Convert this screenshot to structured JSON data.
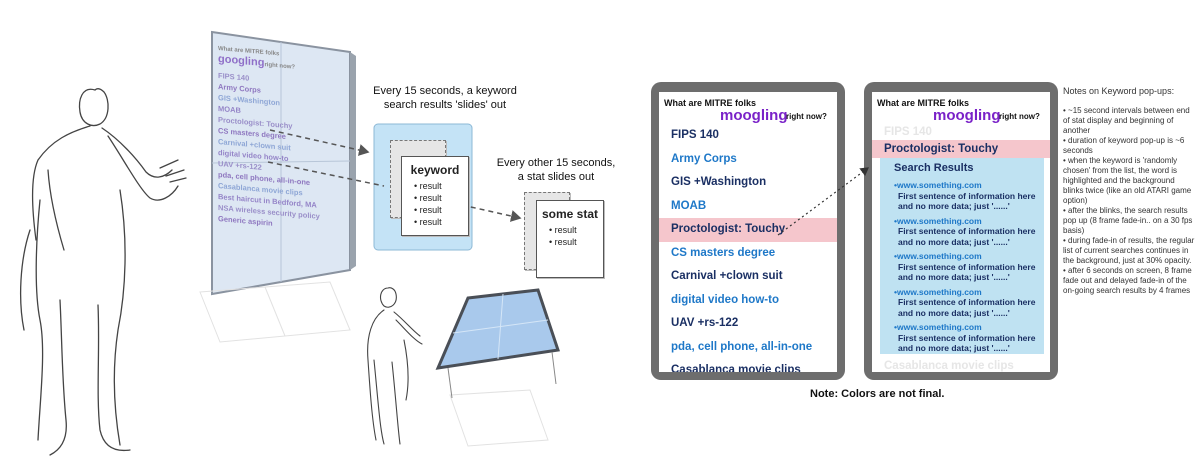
{
  "sketch": {
    "wall_display": {
      "header_small": "What are MITRE folks",
      "header_big": "googling",
      "header_tail": "right now?",
      "items": [
        "FIPS 140",
        "Army Corps",
        "GIS +Washington",
        "MOAB",
        "Proctologist: Touchy",
        "CS masters degree",
        "Carnival +clown suit",
        "digital video how-to",
        "UAV +rs-122",
        "pda, cell phone, all-in-one",
        "Casablanca movie clips",
        "Best haircut in Bedford, MA",
        "NSA wireless security policy",
        "Generic aspirin"
      ]
    },
    "caption_keyword": "Every 15 seconds, a keyword\nsearch results 'slides' out",
    "caption_stat": "Every other 15 seconds,\na stat slides out",
    "keyword_card": {
      "title": "keyword",
      "items": [
        "result",
        "result",
        "result",
        "result"
      ]
    },
    "stat_card": {
      "title": "some stat",
      "items": [
        "result",
        "result"
      ]
    }
  },
  "mockup_left": {
    "header_small": "What are MITRE folks",
    "header_big": "moogling",
    "header_tail": "right now?",
    "items": [
      {
        "text": "FIPS 140",
        "style": "dark"
      },
      {
        "text": "Army Corps",
        "style": "blue"
      },
      {
        "text": "GIS +Washington",
        "style": "dark"
      },
      {
        "text": "MOAB",
        "style": "blue"
      },
      {
        "text": "Proctologist: Touchy",
        "style": "hl"
      },
      {
        "text": "CS masters degree",
        "style": "blue"
      },
      {
        "text": "Carnival +clown suit",
        "style": "dark"
      },
      {
        "text": "digital video how-to",
        "style": "blue"
      },
      {
        "text": "UAV +rs-122",
        "style": "dark"
      },
      {
        "text": "pda, cell phone, all-in-one",
        "style": "blue"
      },
      {
        "text": "Casablanca movie clips",
        "style": "dark"
      }
    ]
  },
  "mockup_right": {
    "header_small": "What are MITRE folks",
    "header_big": "moogling",
    "header_tail": "right now?",
    "faded_top": "FIPS 140",
    "highlight": "Proctologist: Touchy",
    "results_title": "Search Results",
    "results": [
      {
        "url": "www.something.com",
        "line1": "First sentence of information here",
        "line2": "and no more data; just '......'"
      },
      {
        "url": "www.something.com",
        "line1": "First sentence of information here",
        "line2": "and no more data; just '......'"
      },
      {
        "url": "www.something.com",
        "line1": "First sentence of information here",
        "line2": "and no more data; just '......'"
      },
      {
        "url": "www.something.com",
        "line1": "First sentence of information here",
        "line2": "and no more data; just '......'"
      },
      {
        "url": "www.something.com",
        "line1": "First sentence of information here",
        "line2": "and no more data; just '......'"
      }
    ],
    "faded_bottom": "Casablanca movie clips"
  },
  "note": "Note: Colors are not final.",
  "notes_panel": {
    "title": "Notes on Keyword pop-ups:",
    "items": [
      "~15 second intervals between end of stat display and beginning of another",
      "duration of keyword pop-up is ~6 seconds",
      "when the keyword is 'randomly chosen' from the list, the word is highlighted and the background blinks twice (like an old ATARI game option)",
      "after the blinks, the search results pop up (8 frame fade-in.. on a 30 fps basis)",
      "during fade-in of results, the regular list of current searches continues in the background, just at 30% opacity.",
      "after 6 seconds on screen, 8 frame fade out and delayed fade-in of the on-going search results by 4 frames"
    ]
  },
  "colors": {
    "purple": "#7a22c8",
    "navy": "#1a2f63",
    "blue": "#1e78c8",
    "highlight": "#f5c6cc",
    "results_bg": "#bfe2f2",
    "frame": "#6d6d6d"
  }
}
